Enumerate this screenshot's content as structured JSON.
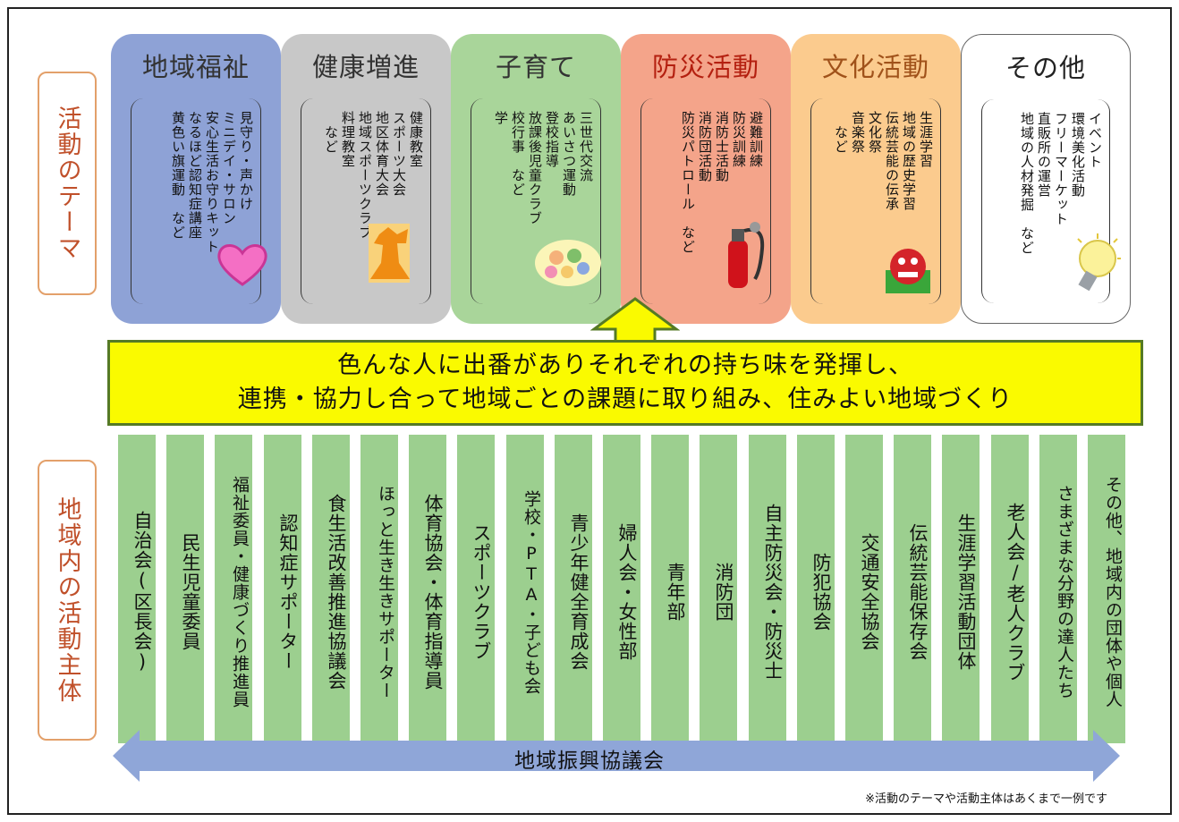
{
  "side_labels": {
    "top": "活動のテーマ",
    "bottom": "地域内の活動主体"
  },
  "themes": [
    {
      "title": "地域福祉",
      "color": "#8ea2d6",
      "title_color": "#333333",
      "items": [
        "見守り・声かけ",
        "ミニデイ・サロン",
        "安心生活お守りキット",
        "なるほど認知症講座",
        "黄色い旗運動　など"
      ],
      "icon": "heart-icon"
    },
    {
      "title": "健康増進",
      "color": "#c8c8c8",
      "title_color": "#333333",
      "items": [
        "健康教室",
        "スポーツ大会",
        "地区体育大会",
        "地域スポーツクラブ",
        "料理教室",
        "　など"
      ],
      "icon": "athlete-icon"
    },
    {
      "title": "子育て",
      "color": "#a9d59a",
      "title_color": "#333333",
      "items": [
        "三世代交流",
        "あいさつ運動",
        "登校指導",
        "放課後児童クラブ",
        "校行事　など",
        "学"
      ],
      "icon": "children-icon"
    },
    {
      "title": "防災活動",
      "color": "#f4a48a",
      "title_color": "#b42010",
      "items": [
        "避難訓練",
        "防災訓練",
        "消防士活動",
        "消防団活動",
        "防災パトロール　など"
      ],
      "icon": "fire-extinguisher-icon"
    },
    {
      "title": "文化活動",
      "color": "#fbcb8e",
      "title_color": "#a0521a",
      "items": [
        "生涯学習",
        "地域の歴史学習",
        "伝統芸能の伝承",
        "文化祭",
        "音楽祭",
        "　など"
      ],
      "icon": "lion-mask-icon"
    },
    {
      "title": "その他",
      "color": "#ffffff",
      "title_color": "#222222",
      "items": [
        "イベント",
        "環境美化活動",
        "フリーマーケット",
        "直販所の運営",
        "地域の人材発掘　など"
      ],
      "icon": "lightbulb-icon"
    }
  ],
  "banner": {
    "line1": "色んな人に出番がありそれぞれの持ち味を発揮し、",
    "line2": "連携・協力し合って地域ごとの課題に取り組み、住みよい地域づくり"
  },
  "actors": [
    "自治会(区長会)",
    "民生児童委員",
    "福祉委員・健康づくり推進員",
    "認知症サポーター",
    "食生活改善推進協議会",
    "ほっと生き生きサポーター",
    "体育協会・体育指導員",
    "スポーツクラブ",
    "学校・PTA・子ども会",
    "青少年健全育成会",
    "婦人会・女性部",
    "青年部",
    "消防団",
    "自主防災会・防災士",
    "防犯協会",
    "交通安全協会",
    "伝統芸能保存会",
    "生涯学習活動団体",
    "老人会/老人クラブ",
    "さまざまな分野の達人たち",
    "その他、地域内の団体や個人"
  ],
  "council": "地域振興協議会",
  "note": "※活動のテーマや活動主体はあくまで一例です",
  "colors": {
    "banner": "#fafa00",
    "arrow": "#8fa6d8",
    "column": "#9ccf8f",
    "label_border": "#e3a06a"
  }
}
